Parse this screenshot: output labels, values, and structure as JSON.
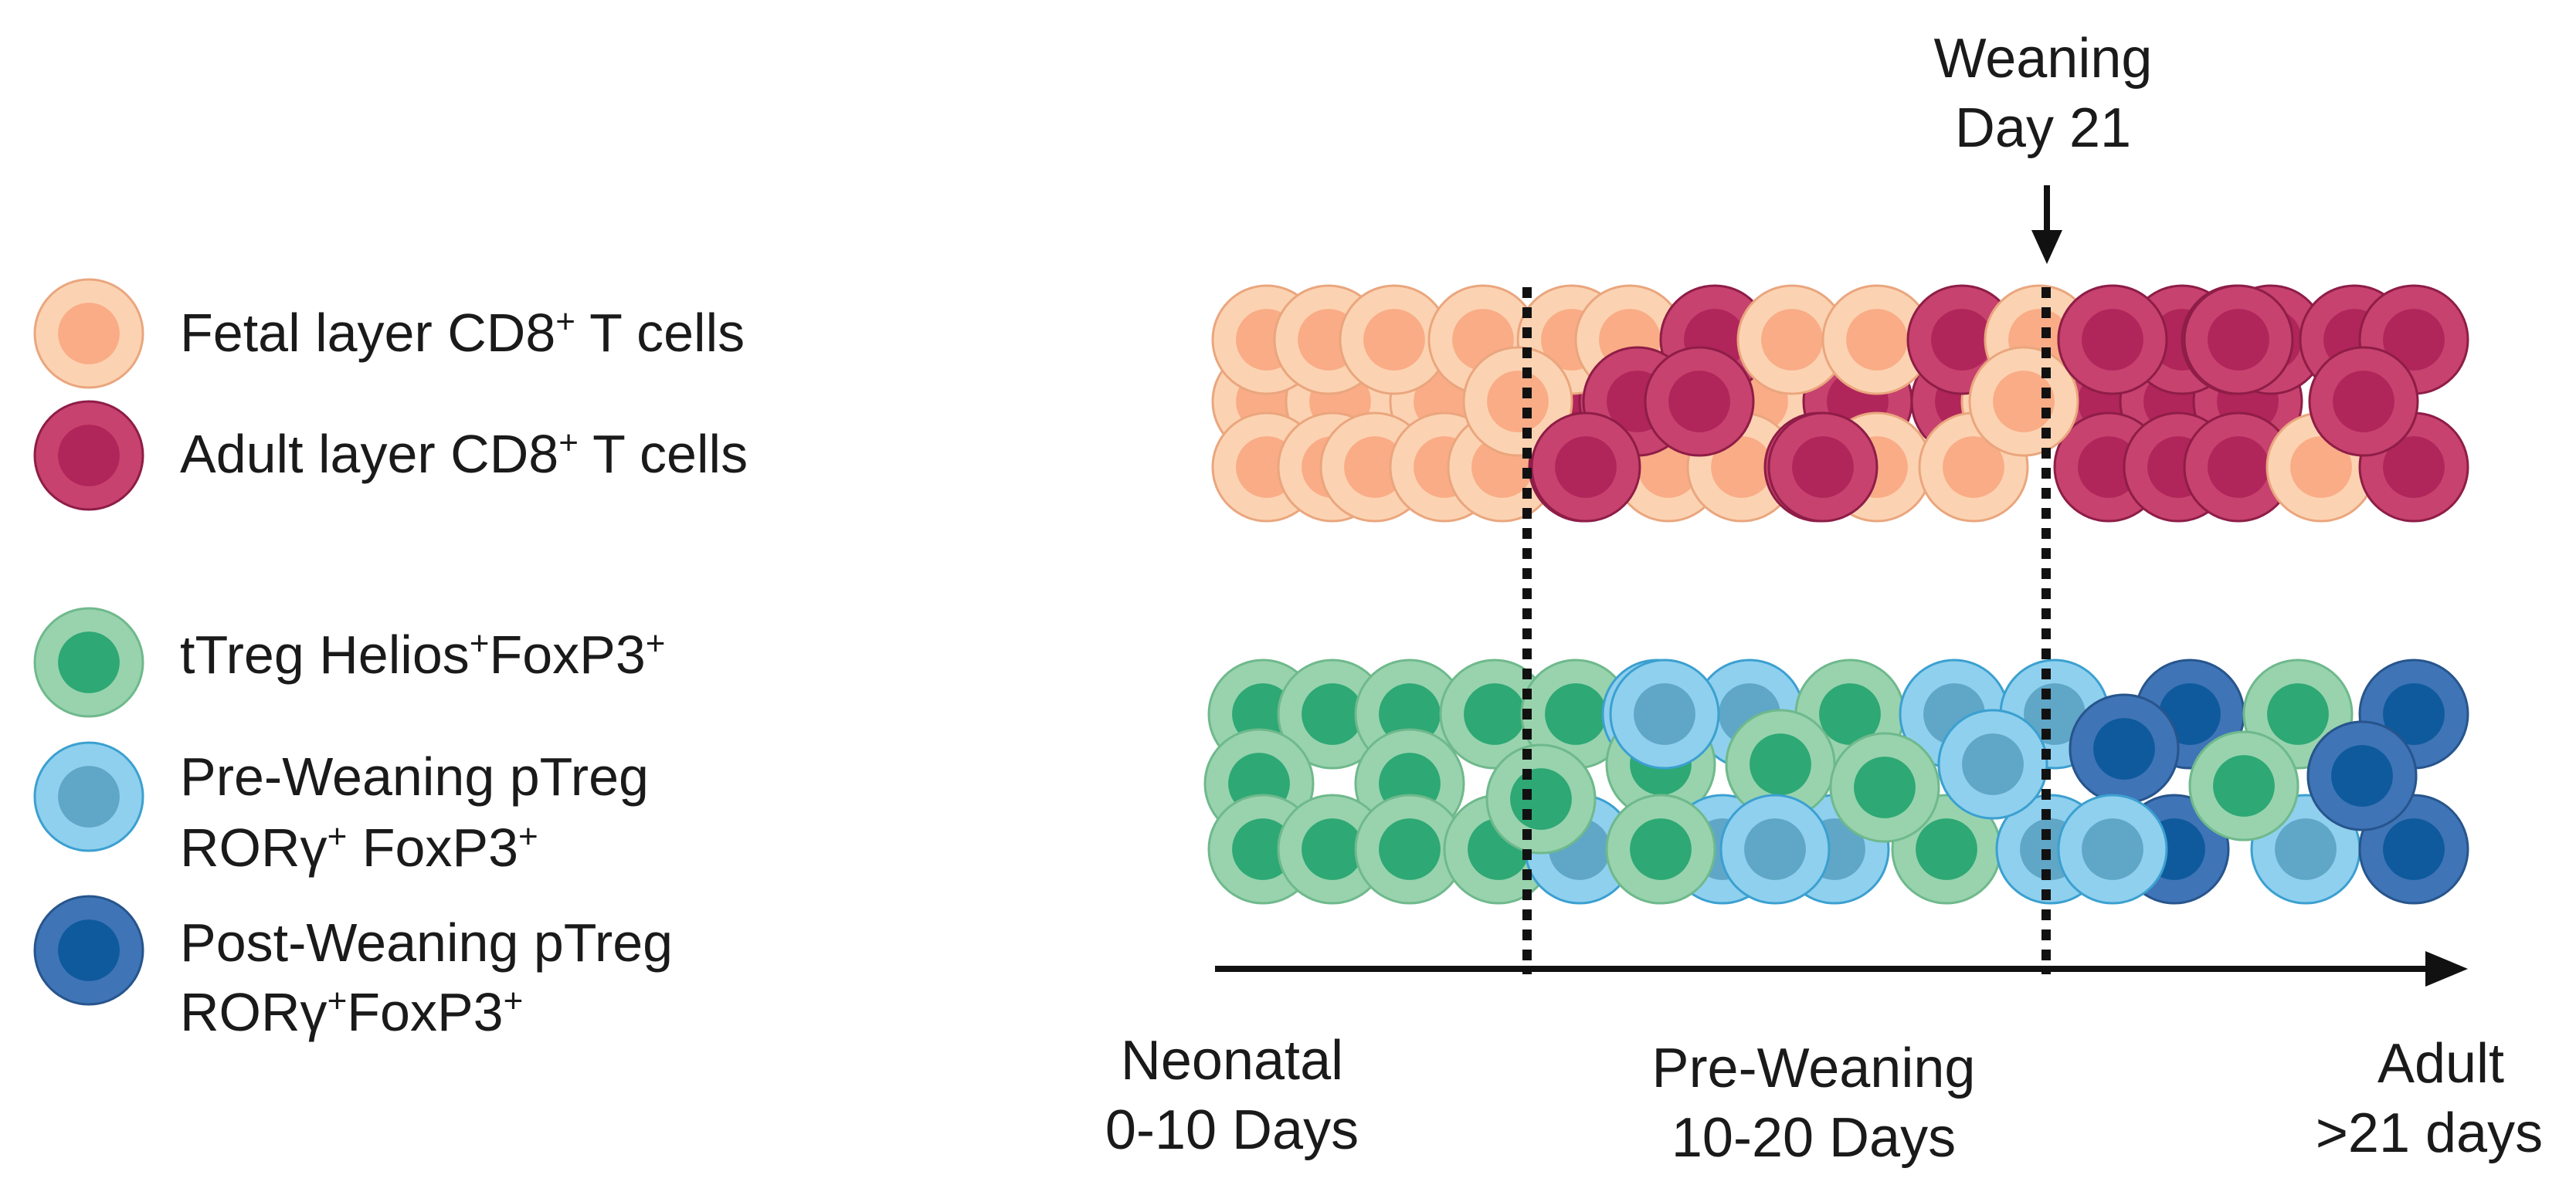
{
  "legend": {
    "items": [
      {
        "lines": [
          [
            "Fetal layer CD8",
            "+",
            " T cells"
          ]
        ],
        "cell": "fetal"
      },
      {
        "lines": [
          [
            "Adult layer CD8",
            "+",
            " T cells"
          ]
        ],
        "cell": "adult"
      },
      {
        "lines": [
          [
            "tTreg Helios",
            "+",
            "FoxP3",
            "+",
            ""
          ]
        ],
        "cell": "ttreg"
      },
      {
        "lines": [
          [
            "Pre-Weaning pTreg"
          ],
          [
            "RORγ",
            "+",
            " FoxP3",
            "+",
            ""
          ]
        ],
        "cell": "pre"
      },
      {
        "lines": [
          [
            "Post-Weaning pTreg"
          ],
          [
            "RORγ",
            "+",
            "FoxP3",
            "+",
            ""
          ]
        ],
        "cell": "post"
      }
    ]
  },
  "weaning": {
    "line1": "Weaning",
    "line2": "Day 21"
  },
  "timeline": {
    "neonatal": {
      "line1": "Neonatal",
      "line2": "0-10 Days"
    },
    "pre_weaning": {
      "line1": "Pre-Weaning",
      "line2": "10-20 Days"
    },
    "adult": {
      "line1": "Adult",
      "line2": ">21 days"
    }
  },
  "colors": {
    "fetal": {
      "outer": "#fcd3b2",
      "inner": "#f9ac86",
      "stroke": "#eaa67e"
    },
    "adult": {
      "outer": "#c7426e",
      "inner": "#b0255a",
      "stroke": "#8e1d47"
    },
    "ttreg": {
      "outer": "#98d3ae",
      "inner": "#2ea874",
      "stroke": "#6fb98c"
    },
    "pre": {
      "outer": "#8fd0ee",
      "inner": "#5fa6c7",
      "stroke": "#3ba0d0"
    },
    "post": {
      "outer": "#3f74b7",
      "inner": "#0e5a9c",
      "stroke": "#27558c"
    },
    "line": "#111111"
  }
}
